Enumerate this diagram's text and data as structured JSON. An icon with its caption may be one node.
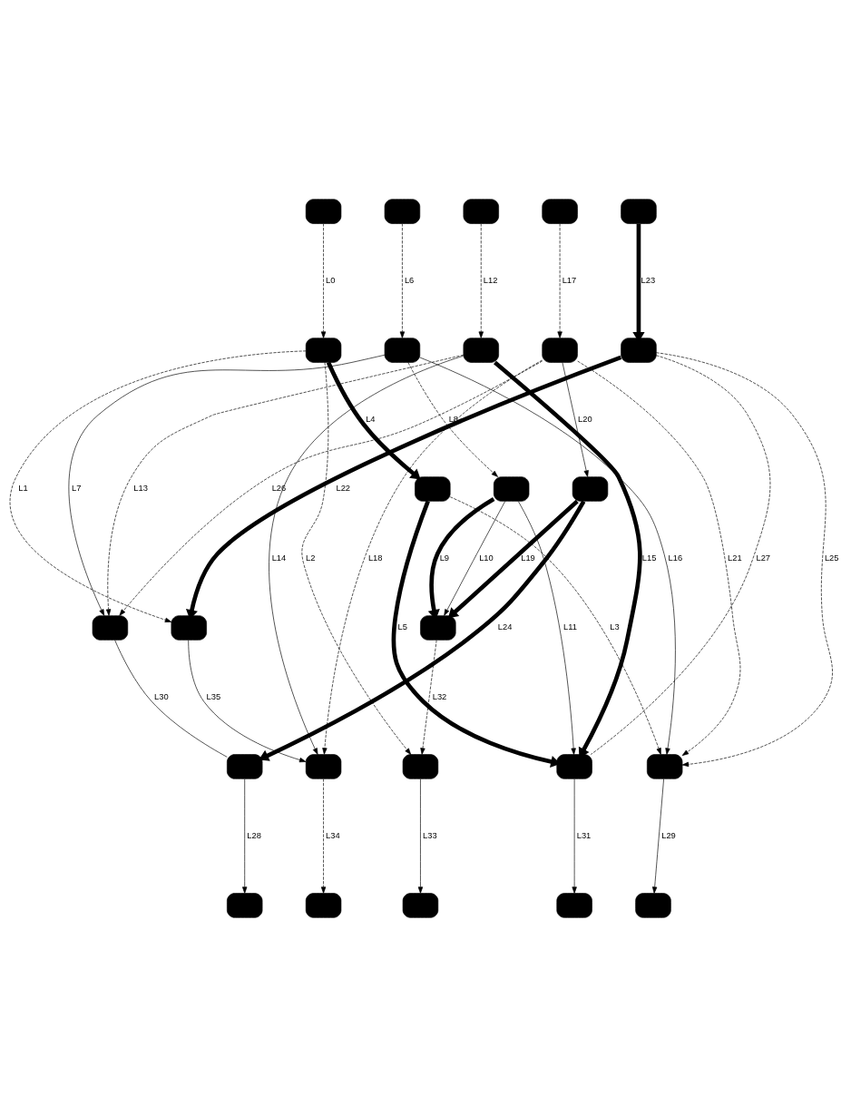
{
  "diagram": {
    "nodes": [
      {
        "text": [],
        "shape": "box"
      },
      {
        "text": [],
        "shape": "box"
      },
      {
        "text": [],
        "shape": "box"
      },
      {
        "text": [],
        "shape": "box"
      },
      {
        "text": [],
        "shape": "box"
      },
      {
        "text": [],
        "shape": "box"
      },
      {
        "text": [],
        "shape": "box"
      },
      {
        "text": [],
        "shape": "box"
      },
      {
        "text": [],
        "shape": "box"
      },
      {
        "text": [],
        "shape": "box"
      },
      {
        "text": [],
        "shape": "box"
      },
      {
        "text": [],
        "shape": "box"
      },
      {
        "text": [],
        "shape": "box"
      },
      {
        "text": [],
        "shape": "box"
      },
      {
        "text": [],
        "shape": "box"
      },
      {
        "text": [],
        "shape": "box"
      },
      {
        "text": [],
        "shape": "box"
      },
      {
        "text": [],
        "shape": "box"
      },
      {
        "text": [],
        "shape": "box"
      },
      {
        "text": [],
        "shape": "box"
      },
      {
        "text": [],
        "shape": "box"
      },
      {
        "text": [],
        "shape": "box"
      },
      {
        "text": [],
        "shape": "box"
      },
      {
        "text": [],
        "shape": "box"
      },
      {
        "text": [],
        "shape": "box"
      },
      {
        "text": [],
        "shape": "box"
      }
    ],
    "edges": [
      {
        "from": 0,
        "to": 5,
        "arrow": "to",
        "label": "L0",
        "style": "dashed"
      },
      {
        "from": 5,
        "to": 14,
        "arrow": "to",
        "label": "L1",
        "style": "dashed"
      },
      {
        "from": 5,
        "to": 18,
        "arrow": "to",
        "label": "L2",
        "style": "dashed"
      },
      {
        "from": 10,
        "to": 20,
        "arrow": "to",
        "label": "L3",
        "style": "dashed"
      },
      {
        "from": 5,
        "to": 10,
        "arrow": "to",
        "label": "L4",
        "style": "thick"
      },
      {
        "from": 10,
        "to": 19,
        "arrow": "to",
        "label": "L5",
        "style": "thick"
      },
      {
        "from": 1,
        "to": 6,
        "arrow": "to",
        "label": "L6",
        "style": "dashed"
      },
      {
        "from": 6,
        "to": 13,
        "arrow": "to",
        "label": "L7"
      },
      {
        "from": 6,
        "to": 11,
        "arrow": "to",
        "label": "L8",
        "style": "dashed"
      },
      {
        "from": 11,
        "to": 15,
        "arrow": "to",
        "label": "L9",
        "style": "thick"
      },
      {
        "from": 11,
        "to": 15,
        "arrow": "to",
        "label": "L10"
      },
      {
        "from": 11,
        "to": 19,
        "arrow": "to",
        "label": "L11"
      },
      {
        "from": 2,
        "to": 7,
        "arrow": "to",
        "label": "L12",
        "style": "dashed"
      },
      {
        "from": 7,
        "to": 13,
        "arrow": "to",
        "label": "L13",
        "style": "dashed"
      },
      {
        "from": 7,
        "to": 17,
        "arrow": "to",
        "label": "L14"
      },
      {
        "from": 7,
        "to": 19,
        "arrow": "to",
        "label": "L15",
        "style": "thick"
      },
      {
        "from": 6,
        "to": 20,
        "arrow": "to",
        "label": "L16"
      },
      {
        "from": 3,
        "to": 8,
        "arrow": "to",
        "label": "L17",
        "style": "dashed"
      },
      {
        "from": 8,
        "to": 17,
        "arrow": "to",
        "label": "L18",
        "style": "dashed"
      },
      {
        "from": 12,
        "to": 15,
        "arrow": "to",
        "label": "L19",
        "style": "thick"
      },
      {
        "from": 8,
        "to": 12,
        "arrow": "to",
        "label": "L20"
      },
      {
        "from": 8,
        "to": 20,
        "arrow": "to",
        "label": "L21",
        "style": "dashed"
      },
      {
        "from": 9,
        "to": 14,
        "arrow": "to",
        "label": "L22",
        "style": "thick"
      },
      {
        "from": 4,
        "to": 9,
        "arrow": "to",
        "label": "L23",
        "style": "thick"
      },
      {
        "from": 12,
        "to": 16,
        "arrow": "to",
        "label": "L24",
        "style": "thick"
      },
      {
        "from": 9,
        "to": 20,
        "arrow": "to",
        "label": "L25",
        "style": "dashed"
      },
      {
        "from": 8,
        "to": 13,
        "arrow": "to",
        "label": "L26",
        "style": "dashed"
      },
      {
        "from": 9,
        "to": 19,
        "arrow": "none",
        "label": "L27",
        "style": "dashed"
      },
      {
        "from": 16,
        "to": 21,
        "arrow": "to",
        "label": "L28"
      },
      {
        "from": 20,
        "to": 25,
        "arrow": "to",
        "label": "L29"
      },
      {
        "from": 13,
        "to": 16,
        "arrow": "none",
        "label": "L30"
      },
      {
        "from": 19,
        "to": 24,
        "arrow": "to",
        "label": "L31"
      },
      {
        "from": 15,
        "to": 18,
        "arrow": "to",
        "label": "L32",
        "style": "dashed"
      },
      {
        "from": 18,
        "to": 23,
        "arrow": "to",
        "label": "L33"
      },
      {
        "from": 17,
        "to": 22,
        "arrow": "to",
        "label": "L34",
        "style": "dashed"
      },
      {
        "from": 14,
        "to": 17,
        "arrow": "to",
        "label": "L35"
      }
    ]
  }
}
